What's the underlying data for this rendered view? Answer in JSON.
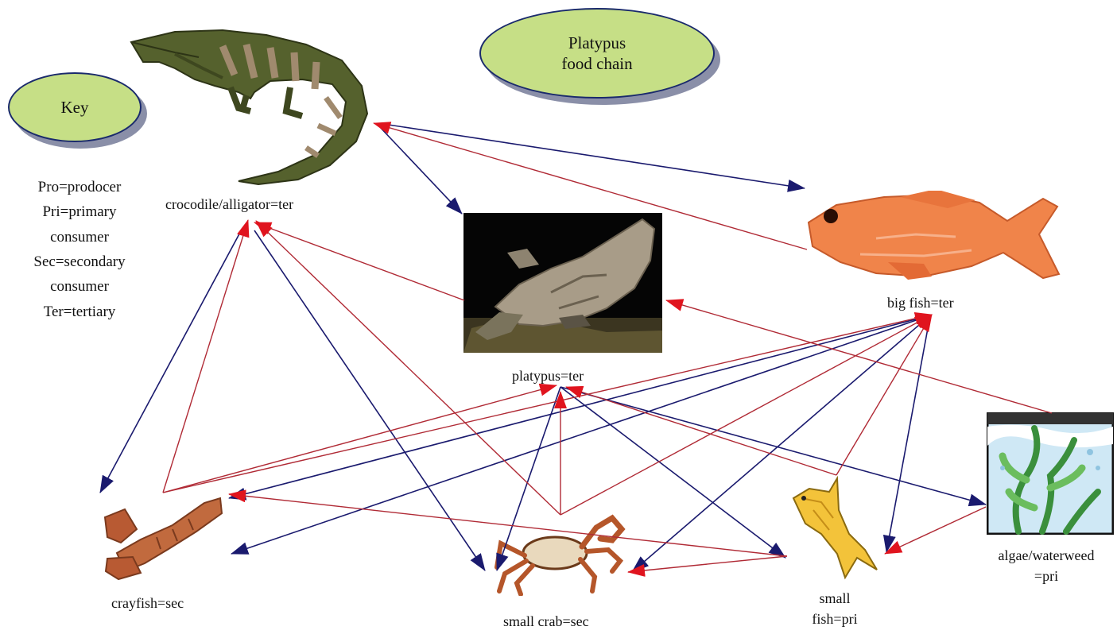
{
  "title_oval": {
    "line1": "Platypus",
    "line2": "food chain"
  },
  "key_oval": {
    "label": "Key"
  },
  "key_lines": [
    "Pro=prodocer",
    "Pri=primary",
    "consumer",
    "Sec=secondary",
    "consumer",
    "Ter=tertiary"
  ],
  "nodes": {
    "crocodile": "crocodile/alligator=ter",
    "platypus": "platypus=ter",
    "bigfish": "big fish=ter",
    "crayfish": "crayfish=sec",
    "crab": "small crab=sec",
    "smallfish_1": "small",
    "smallfish_2": "fish=pri",
    "algae_1": "algae/waterweed",
    "algae_2": "=pri"
  },
  "colors": {
    "blue_arrow": "#1a1a6e",
    "red_arrow": "#b02a35",
    "red_head": "#e0141e",
    "oval_fill": "#c6df86"
  }
}
